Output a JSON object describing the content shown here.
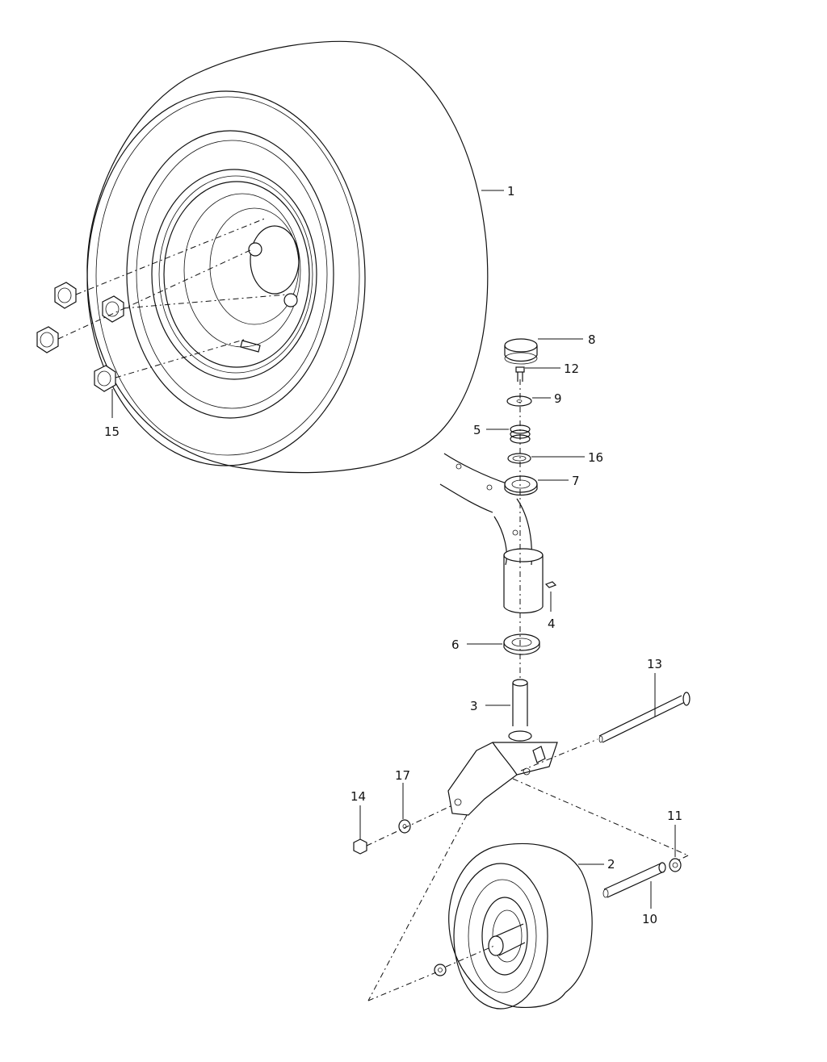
{
  "callouts": [
    {
      "id": "1",
      "text": "1"
    },
    {
      "id": "2",
      "text": "2"
    },
    {
      "id": "3",
      "text": "3"
    },
    {
      "id": "4",
      "text": "4"
    },
    {
      "id": "5",
      "text": "5"
    },
    {
      "id": "6",
      "text": "6"
    },
    {
      "id": "7",
      "text": "7"
    },
    {
      "id": "8",
      "text": "8"
    },
    {
      "id": "9",
      "text": "9"
    },
    {
      "id": "10",
      "text": "10"
    },
    {
      "id": "11",
      "text": "11"
    },
    {
      "id": "12",
      "text": "12"
    },
    {
      "id": "13",
      "text": "13"
    },
    {
      "id": "14",
      "text": "14"
    },
    {
      "id": "15",
      "text": "15"
    },
    {
      "id": "16",
      "text": "16"
    },
    {
      "id": "17",
      "text": "17"
    }
  ]
}
